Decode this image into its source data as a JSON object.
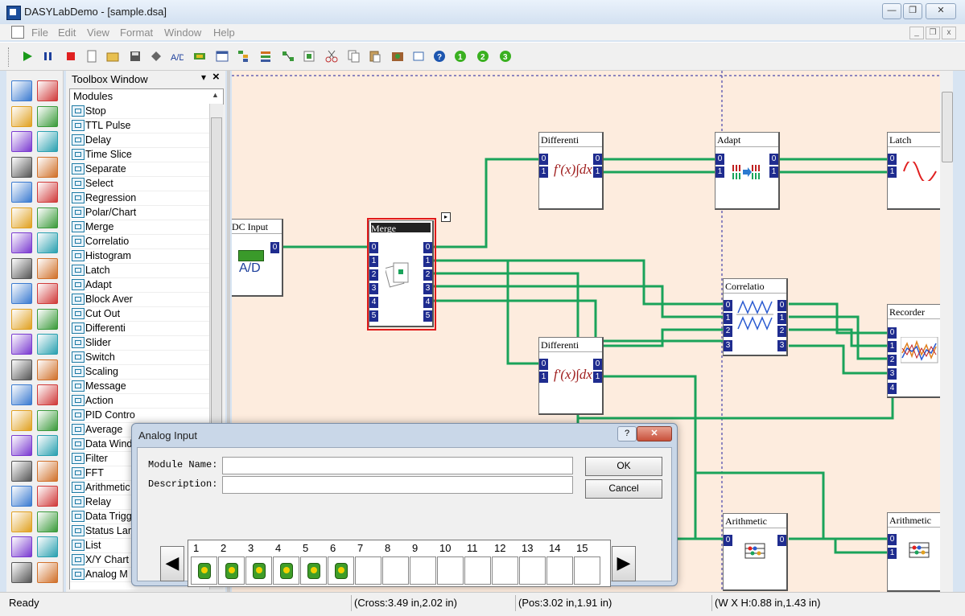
{
  "window": {
    "title": "DASYLabDemo - [sample.dsa]",
    "minimize": "—",
    "maximize": "❐",
    "close": "✕"
  },
  "menu": [
    "File",
    "Edit",
    "View",
    "Format",
    "Window",
    "Help"
  ],
  "toolbar": {
    "tool_1": "1",
    "tool_2": "2",
    "tool_3": "3"
  },
  "toolbox": {
    "title": "Toolbox Window",
    "pin": "▾",
    "close": "×",
    "group": "Modules",
    "items": [
      "Stop",
      "TTL Pulse",
      "Delay",
      "Time Slice",
      "Separate",
      "Select",
      "Regression",
      "Polar/Chart",
      "Merge",
      "Correlatio",
      "Histogram",
      "Latch",
      "Adapt",
      "Block Aver",
      "Cut Out",
      "Differenti",
      "Slider",
      "Switch",
      "Scaling",
      "Message",
      "Action",
      "PID Contro",
      "Average",
      "Data Wind",
      "Filter",
      "FFT",
      "Arithmetic",
      "Relay",
      "Data Trigg",
      "Status Lam",
      "List",
      "X/Y Chart",
      "Analog M"
    ]
  },
  "modules": {
    "dc_input": {
      "title": "DC Input",
      "glyph": "A/D"
    },
    "merge": {
      "title": "Merge"
    },
    "differenti_top": {
      "title": "Differenti"
    },
    "differenti_mid": {
      "title": "Differenti"
    },
    "adapt": {
      "title": "Adapt"
    },
    "latch": {
      "title": "Latch"
    },
    "correlatio": {
      "title": "Correlatio"
    },
    "recorder": {
      "title": "Recorder"
    },
    "arithmetic_1": {
      "title": "Arithmetic"
    },
    "arithmetic_2": {
      "title": "Arithmetic"
    },
    "formula": "f'(x)∫dx"
  },
  "ports": {
    "p0": "0",
    "p1": "1",
    "p2": "2",
    "p3": "3",
    "p4": "4",
    "p5": "5"
  },
  "dialog": {
    "title": "Analog Input",
    "help": "?",
    "close": "✕",
    "module_name_label": "Module Name:",
    "description_label": "Description:",
    "module_name_value": "",
    "description_value": "",
    "ok": "OK",
    "cancel": "Cancel",
    "channels": [
      "1",
      "2",
      "3",
      "4",
      "5",
      "6",
      "7",
      "8",
      "9",
      "10",
      "11",
      "12",
      "13",
      "14",
      "15"
    ],
    "active_channels": 6,
    "prev": "◀",
    "next": "▶"
  },
  "status": {
    "ready": "Ready",
    "cross": "(Cross:3.49 in,2.02 in)",
    "pos": "(Pos:3.02 in,1.91 in)",
    "size": "(W X H:0.88 in,1.43 in)"
  }
}
